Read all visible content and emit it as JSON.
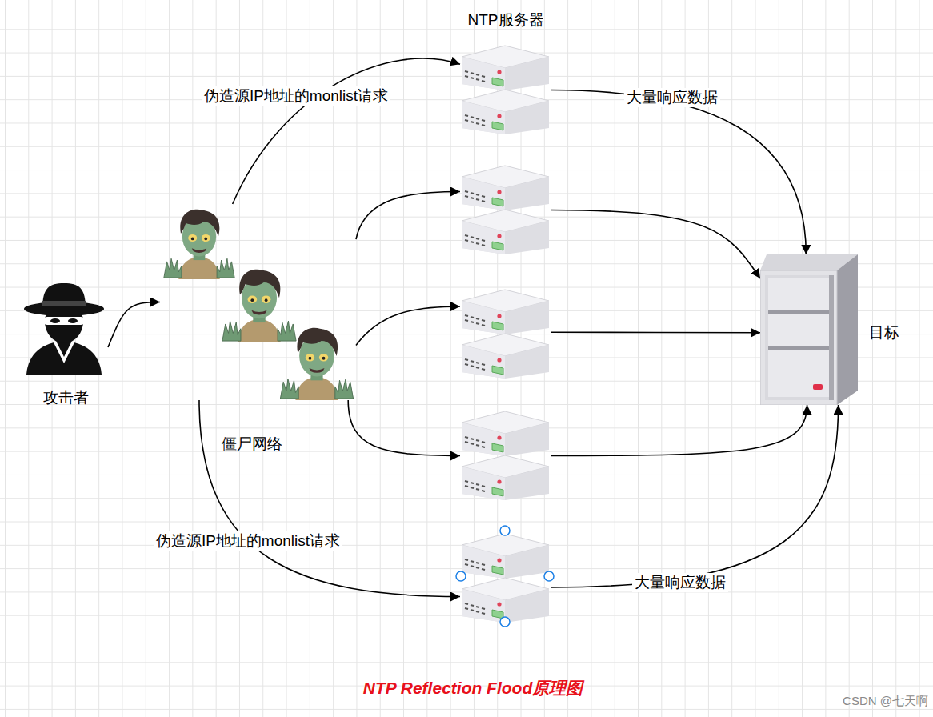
{
  "diagram": {
    "caption": "NTP Reflection Flood原理图",
    "nodes": [
      {
        "text": [
          "攻击者"
        ]
      },
      {
        "text": [
          "僵尸网络"
        ]
      },
      {
        "text": [
          "NTP服务器"
        ]
      },
      {
        "text": []
      },
      {
        "text": []
      },
      {
        "text": []
      },
      {
        "text": []
      },
      {
        "text": [
          "目标"
        ]
      }
    ],
    "edges": [
      {
        "from": 0,
        "to": 1,
        "arrow": "to"
      },
      {
        "from": 1,
        "to": 2,
        "arrow": "to",
        "label": "伪造源IP地址的monlist请求"
      },
      {
        "from": 1,
        "to": 3,
        "arrow": "to"
      },
      {
        "from": 1,
        "to": 4,
        "arrow": "to"
      },
      {
        "from": 1,
        "to": 5,
        "arrow": "to"
      },
      {
        "from": 1,
        "to": 6,
        "arrow": "to",
        "label": "伪造源IP地址的monlist请求"
      },
      {
        "from": 2,
        "to": 7,
        "arrow": "to",
        "label": "大量响应数据"
      },
      {
        "from": 3,
        "to": 7,
        "arrow": "to"
      },
      {
        "from": 4,
        "to": 7,
        "arrow": "to"
      },
      {
        "from": 5,
        "to": 7,
        "arrow": "to"
      },
      {
        "from": 6,
        "to": 7,
        "arrow": "to",
        "label": "大量响应数据"
      }
    ],
    "labels": [
      "CSDN @七天啊"
    ]
  }
}
